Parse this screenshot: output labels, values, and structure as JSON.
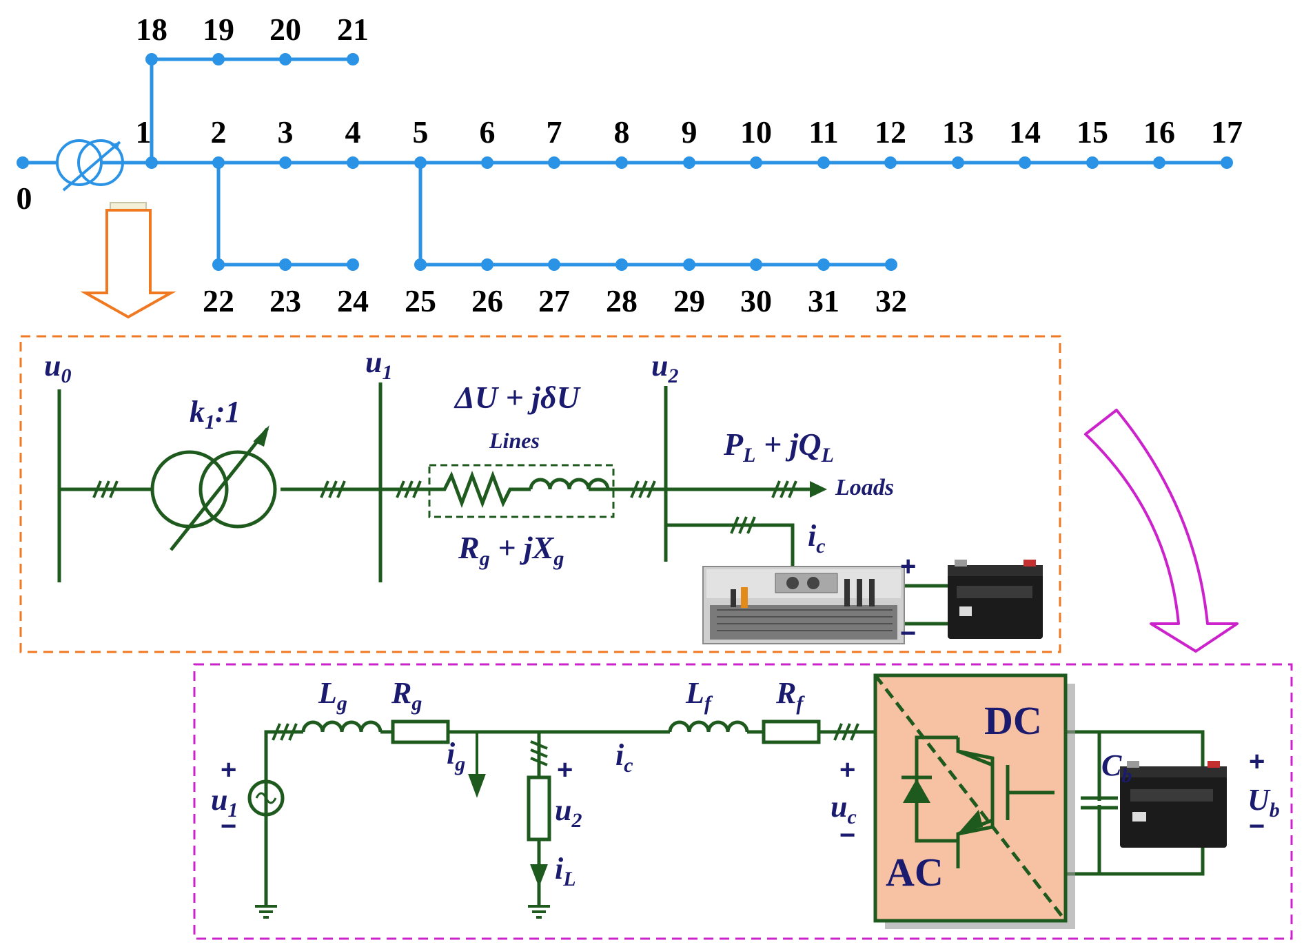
{
  "network": {
    "source_node": "0",
    "main_feeder": [
      "1",
      "2",
      "3",
      "4",
      "5",
      "6",
      "7",
      "8",
      "9",
      "10",
      "11",
      "12",
      "13",
      "14",
      "15",
      "16",
      "17"
    ],
    "branch_top": [
      "18",
      "19",
      "20",
      "21"
    ],
    "branch_left": [
      "22",
      "23",
      "24"
    ],
    "branch_right": [
      "25",
      "26",
      "27",
      "28",
      "29",
      "30",
      "31",
      "32"
    ]
  },
  "upper_circuit": {
    "u0": "u",
    "u0_sub": "0",
    "u1": "u",
    "u1_sub": "1",
    "u2": "u",
    "u2_sub": "2",
    "transformer_ratio": "k",
    "transformer_ratio_sub": "1",
    "transformer_ratio_tail": ":1",
    "voltage_drop": "ΔU + jδU",
    "lines_label": "Lines",
    "impedance_R": "R",
    "impedance_R_sub": "g",
    "impedance_mid": " + jX",
    "impedance_X_sub": "g",
    "load_power_P": "P",
    "load_power_P_sub": "L",
    "load_power_mid": " + jQ",
    "load_power_Q_sub": "L",
    "loads_label": "Loads",
    "ic": "i",
    "ic_sub": "c",
    "plus": "+",
    "minus": "−"
  },
  "lower_circuit": {
    "u1": "u",
    "u1_sub": "1",
    "Lg": "L",
    "Lg_sub": "g",
    "Rg": "R",
    "Rg_sub": "g",
    "ig": "i",
    "ig_sub": "g",
    "u2": "u",
    "u2_sub": "2",
    "iL": "i",
    "iL_sub": "L",
    "ic": "i",
    "ic_sub": "c",
    "Lf": "L",
    "Lf_sub": "f",
    "Rf": "R",
    "Rf_sub": "f",
    "uc": "u",
    "uc_sub": "c",
    "dc_label": "DC",
    "ac_label": "AC",
    "Cb": "C",
    "Cb_sub": "b",
    "Ub": "U",
    "Ub_sub": "b",
    "plus": "+",
    "minus": "−"
  },
  "colors": {
    "network_line": "#2b93e6",
    "circuit": "#1e5a1e",
    "label": "#1a1a6e",
    "orange_frame": "#f07820",
    "magenta_frame": "#cc22cc",
    "converter_fill": "#f7c2a3"
  }
}
